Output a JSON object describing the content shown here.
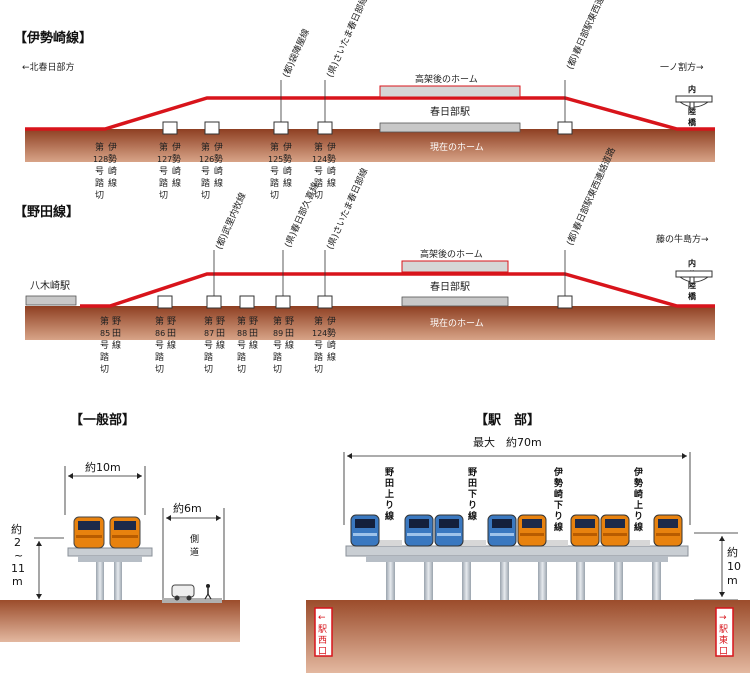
{
  "isesaki": {
    "title": "【伊勢崎線】",
    "left_direction": "←北春日部方",
    "right_direction": "一ノ割方→",
    "elevated_platform": "高架後のホーム",
    "station": "春日部駅",
    "current_platform": "現在のホーム",
    "road_labels": [
      "(都)袋陣屋線",
      "(県)さいたま春日部線",
      "(都)春日部駅東西連絡道路"
    ],
    "crossings": [
      "第128号踏切",
      "第127号踏切",
      "第126号踏切",
      "第125号踏切",
      "第124号踏切"
    ],
    "crossing_line": "伊勢崎線",
    "overpass_label": "内谷陸橋"
  },
  "noda": {
    "title": "【野田線】",
    "right_direction": "藤の牛島方→",
    "left_station": "八木崎駅",
    "elevated_platform": "高架後のホーム",
    "station": "春日部駅",
    "current_platform": "現在のホーム",
    "road_labels": [
      "(都)武里内牧線",
      "(県)春日部久喜線",
      "(県)さいたま春日部線",
      "(都)春日部駅東西連絡道路"
    ],
    "crossings": [
      "第85号踏切",
      "第86号踏切",
      "第87号踏切",
      "第88号踏切",
      "第89号踏切",
      "第124号踏切"
    ],
    "crossing_lines": [
      "野田線",
      "野田線",
      "野田線",
      "野田線",
      "野田線",
      "伊勢崎線"
    ],
    "overpass_label": "内谷陸橋"
  },
  "general": {
    "title": "【一般部】",
    "width": "約10m",
    "sidewalk_width": "約6m",
    "sidewalk": "側道",
    "height": "約2~11m"
  },
  "station_section": {
    "title": "【駅　部】",
    "max_width": "最大　約70m",
    "tracks": [
      "野田上り線",
      "野田下り線",
      "伊勢崎下り線",
      "伊勢崎上り線"
    ],
    "height": "約10m",
    "west_exit": "←駅西口",
    "east_exit": "→駅東口"
  },
  "colors": {
    "track": "#d8141b",
    "ground": "#9c4a2c",
    "ground_light": "#c77f5c",
    "platform": "#c8c8c8",
    "orange_train": "#e8820e",
    "blue_train": "#3a78c0"
  }
}
